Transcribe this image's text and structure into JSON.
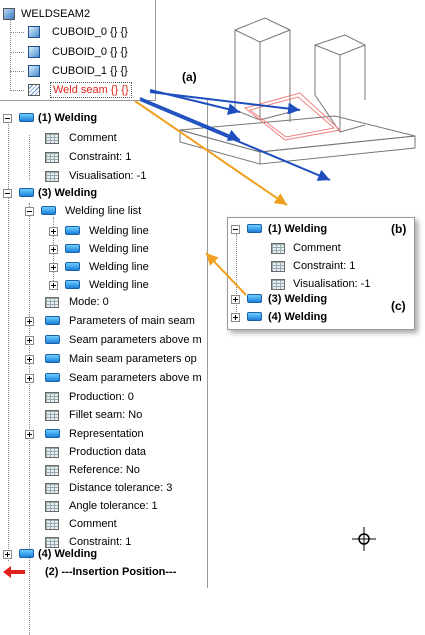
{
  "top_tree": {
    "root": "WELDSEAM2",
    "items": [
      "CUBOID_0 {} {}",
      "CUBOID_0 {} {}",
      "CUBOID_1 {} {}",
      "Weld seam {} {}"
    ]
  },
  "callouts": {
    "a": "(a)",
    "b": "(b)",
    "c": "(c)"
  },
  "main_tree": {
    "welding1": "(1) Welding",
    "w1_children": [
      "Comment",
      "Constraint: 1",
      "Visualisation: -1"
    ],
    "welding3": "(3) Welding",
    "line_list": "Welding line list",
    "welding_lines": [
      "Welding line",
      "Welding line",
      "Welding line",
      "Welding line"
    ],
    "w3_children": [
      "Mode: 0",
      "Parameters of main seam",
      "Seam parameters above m",
      "Main seam parameters op",
      "Seam parameters above m",
      "Production: 0",
      "Fillet seam: No",
      "Representation",
      "Production data",
      "Reference: No",
      "Distance tolerance: 3",
      "Angle tolerance: 1",
      "Comment",
      "Constraint: 1"
    ],
    "welding4": "(4) Welding",
    "insertion": "(2) ---Insertion Position---"
  },
  "popup_tree": {
    "welding1": "(1) Welding",
    "children": [
      "Comment",
      "Constraint: 1",
      "Visualisation: -1"
    ],
    "welding3": "(3) Welding",
    "welding4": "(4) Welding"
  },
  "colors": {
    "accent_blue": "#1b7fd8",
    "arrow_blue": "#1f4fbf",
    "arrow_orange": "#f0a020",
    "weld_red": "#e0201a"
  }
}
